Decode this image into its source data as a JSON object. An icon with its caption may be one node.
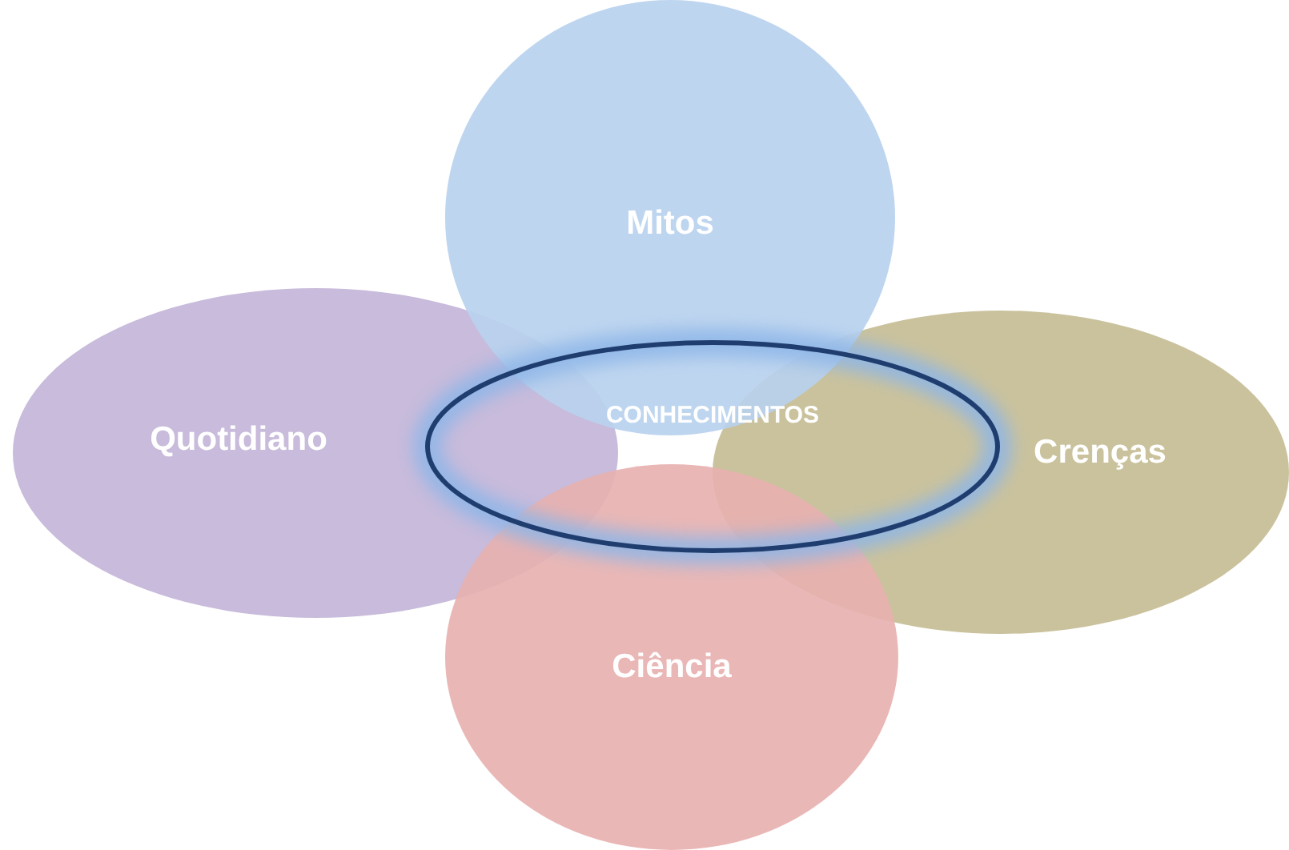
{
  "diagram": {
    "nodes": [
      {
        "text": [
          "Mitos"
        ]
      },
      {
        "text": [
          "Quotidiano"
        ]
      },
      {
        "text": [
          "CONHECIMENTOS"
        ]
      },
      {
        "text": [
          "Crenças"
        ]
      },
      {
        "text": [
          "Ciência"
        ]
      }
    ]
  }
}
